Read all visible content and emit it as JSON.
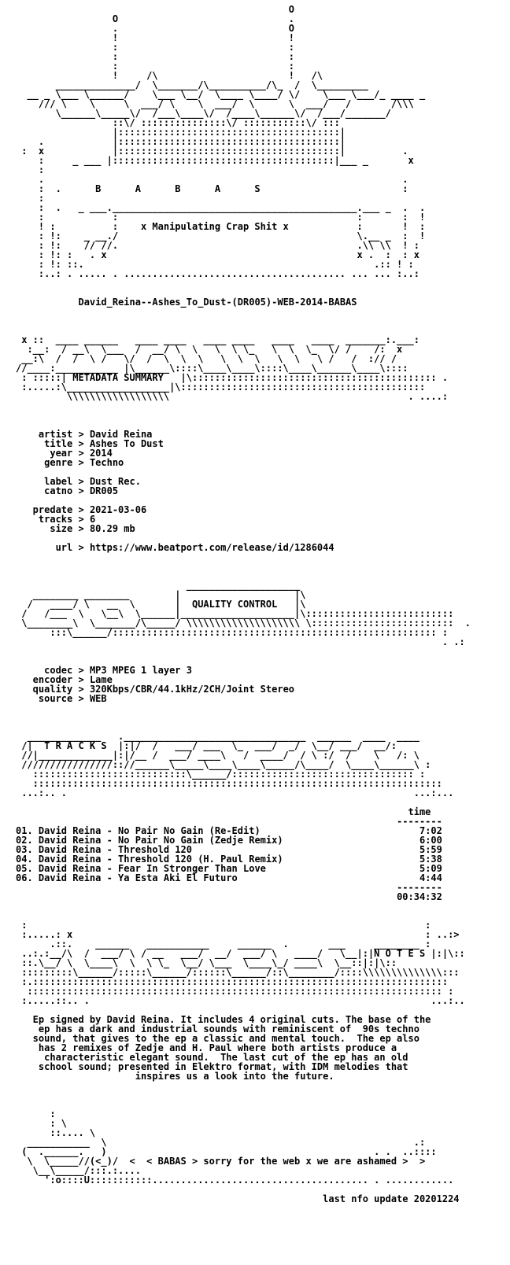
{
  "theme": {
    "background": "#ffffff",
    "text": "#000000"
  },
  "logo": {
    "art": [
      "                                                O",
      "                 O                              .",
      "                 .                              O",
      "                 !                              !",
      "                 :                              :",
      "                 :                              :",
      "                 :                              :",
      "                 !     /\\                       !   /\\",
      "       ______________/  \\_______/\\__________/\\_  /  \\_________",
      "  __ _ \\___ \\______/    \\___ \\__/  \\____ \\____/ \\/    \\___ \\___/_ ____ _",
      "    /// \\    \\     \\  ___/ \\    \\  ___/  \\      \\  ___/   /       /\\\\\\",
      "       \\______\\_____\\/  /___\\____\\/  /____\\______\\/  /___/_______/",
      "                 ::\\/ :::::::::::::::\\/ :::::::::::\\/ :::",
      "                 |:::::::::::::::::::::::::::::::::::::::|",
      "    .            |:::::::::::::::::::::::::::::::::::::::|",
      " :  x            |:::::::::::::::::::::::::::::::::::::::|          .",
      "    :     _ ___ |:::::::::::::::::::::::::::::::::::::::|___ _       x",
      "    :",
      "    .                                                               .",
      "    :  .      B      A      B      A      S                         :",
      "    :",
      "    :  .   _ ___.___________________________________________.___ _  .  .",
      "    :            :                                          :       :  !",
      "    ! :          :    x Manipulating Crap Shit x            :       !  :",
      "    : !:    _ __./                                          \\.__ _  :  !",
      "    : !:    // //.                                          .\\\\ \\\\  ! :",
      "    : !: :   . x                                            x .  :  : x",
      "    : !: ::.                                                   .:: ! :",
      "    :..: . ..... . ....................................... ... ... :..:"
    ]
  },
  "release": {
    "name": "David_Reina--Ashes_To_Dust-(DR005)-WEB-2014-BABAS"
  },
  "sections": {
    "metadata_header_art": [
      " x ::  ____ ______   ____ ____   ____ ____   ____   ____  _______:.___:",
      "  :__:  / __\\  \\___  /  __/ \\  \\   \\  \\ \\_   \\  \\  \\_  \\/ /    /:  x",
      " __:\\  /  /  \\ /   \\/  /  \\  \\  \\   \\  \\  \\   \\  \\   \\ /   /  :// /",
      "//____:___________ |\\______\\::::\\____\\____\\::::\\____\\______\\____\\::::",
      " : :::::| "
    ],
    "metadata_title": "METADATA SUMMARY",
    "metadata_header_art_tail": [
      " :.....:\\__________________|\\:::::::::::::::::::::::::::::::::::::::::::",
      "         \\\\\\\\\\\\\\\\\\\\\\\\\\\\\\\\\\\\                                          . ....:"
    ],
    "quality_header_art": [
      "                              ____________________",
      "   ________ ________        |                    |\\",
      "  /   ____/ \\   __  \\       |  "
    ],
    "quality_title": "QUALITY CONTROL",
    "quality_header_art_tail": [
      " /   /___  \\   \\__\\  \\______|____________________|\\::::::::::::::::::::::::::",
      " \\________\\  \\_______/\\_____/ \\\\\\\\\\\\\\\\\\\\\\\\\\\\\\\\\\\\\\\\ \\:::::::::::::::::::::::::  .",
      "      :::\\______/::::::::::::::::::::::::::::::::::::::::::::::::::::::::: :",
      "                                                                           . .:"
    ],
    "tracks_header_art": [
      "  _____________   .________________________________  ______  ____  ____",
      " /|  "
    ],
    "tracks_title": "T R A C K S",
    "tracks_header_art_tail": [
      " //|_____________|:|/__ /  ___/ ____\\   /  ____/  / \\ :/  /    \\   /: \\",
      " ////////////////:://______\\_____\\____\\____\\_____/\\____/  \\____\\______\\ :",
      "   :::::::::::::::::::::::::::\\______/:::::::::::::::::::::::::::::::: :",
      "   ::::::::::::::::::::::::::::::::::::::::::::::::::::::::::::::::::::::::",
      " ...:.. .                                                             ...:..."
    ],
    "notes_header_art": [
      " :                                                                      :",
      " :.....: x                                                              : ..:>",
      "      .::.    ______   ___________     ______  .       ___     ________ :",
      " ..:.:__/\\  /  ___/ \\ / __   ___/  __/  ___/ \\   ____/   \\__|:|"
    ],
    "notes_title": "N O T E S",
    "notes_header_art_tail": [
      " ::.\\__/ \\  \\____\\  \\  \\ \\_  \\__/ \\___  \\____\\_/ ____\\  \\__::|:|\\::",
      " :::::::::\\______/:::::\\______/::::::\\______/::\\________/::::\\\\\\\\\\\\\\\\\\\\\\\\\\\\:::",
      " :.:::::::::::::::::::::::::::::::::::::::::::::::::::::::::::::::::::::::::",
      "  ::::::::::::::::::::::::::::::::::::::::::::::::::::::::::::::::::::::::: :",
      " :.....::.. .                                                            ...:.."
    ]
  },
  "metadata": {
    "rows": [
      {
        "key": "    artist",
        "value": "David Reina"
      },
      {
        "key": "     title",
        "value": "Ashes To Dust"
      },
      {
        "key": "      year",
        "value": "2014"
      },
      {
        "key": "     genre",
        "value": "Techno"
      },
      {
        "key": "",
        "value": "",
        "blank": true
      },
      {
        "key": "     label",
        "value": "Dust Rec."
      },
      {
        "key": "     catno",
        "value": "DR005"
      },
      {
        "key": "",
        "value": "",
        "blank": true
      },
      {
        "key": "   predate",
        "value": "2021-03-06"
      },
      {
        "key": "    tracks",
        "value": "6"
      },
      {
        "key": "      size",
        "value": "80.29 mb"
      },
      {
        "key": "",
        "value": "",
        "blank": true
      },
      {
        "key": "       url",
        "value": "https://www.beatport.com/release/id/1286044"
      }
    ]
  },
  "quality": {
    "rows": [
      {
        "key": "     codec",
        "value": "MP3 MPEG 1 layer 3"
      },
      {
        "key": "   encoder",
        "value": "Lame"
      },
      {
        "key": "   quality",
        "value": "320Kbps/CBR/44.1kHz/2CH/Joint Stereo"
      },
      {
        "key": "    source",
        "value": "WEB"
      }
    ]
  },
  "tracks": {
    "time_header": "time",
    "rule": "--------",
    "items": [
      {
        "num": "01.",
        "title": "David Reina - No Pair No Gain (Re-Edit)",
        "time": "7:02"
      },
      {
        "num": "02.",
        "title": "David Reina - No Pair No Gain (Zedje Remix)",
        "time": "6:00"
      },
      {
        "num": "03.",
        "title": "David Reina - Threshold 120",
        "time": "5:59"
      },
      {
        "num": "04.",
        "title": "David Reina - Threshold 120 (H. Paul Remix)",
        "time": "5:38"
      },
      {
        "num": "05.",
        "title": "David Reina - Fear In Stronger Than Love",
        "time": "5:09"
      },
      {
        "num": "06.",
        "title": "David Reina - Ya Esta Aki El Futuro",
        "time": "4:44"
      }
    ],
    "total": "00:34:32"
  },
  "notes": {
    "lines": [
      "   Ep signed by David Reina. It includes 4 original cuts. The base of the",
      "    ep has a dark and industrial sounds with reminiscent of  90s techno",
      "   sound, that gives to the ep a classic and mental touch.  The ep also",
      "    has 2 remixes of Zedje and H. Paul where both artists produce a",
      "     characteristic elegant sound.  The last cut of the ep has an old",
      "    school sound; presented in Elektro format, with IDM melodies that",
      "                     inspires us a look into the future."
    ]
  },
  "footer": {
    "art": [
      "      :",
      "      : \\",
      "      ::.... \\",
      "  ___________  \\                                                      .:",
      " (  .______.   )                                               . .  ..::::",
      "  \\  \\_____//(<_)/  <  < BABAS > sorry for the web x we are ashamed >  >",
      "   \\__\\_____/:::.:....",
      "     ':o::::U:::::::::::...................................... . ............"
    ],
    "update": "                                                      last nfo update 20201224"
  }
}
